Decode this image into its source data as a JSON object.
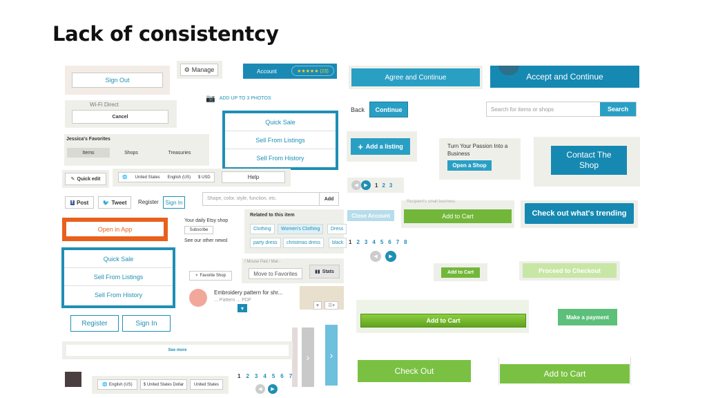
{
  "slide": {
    "title": "Lack of consistentcy"
  },
  "items": {
    "sign_out": "Sign Out",
    "manage": "Manage",
    "account": "Account",
    "rating": "★★★★★ (23)",
    "add_photos": "ADD UP TO 3 PHOTOS",
    "wifi": "Wi-Fi Direct",
    "cancel": "Cancel",
    "quick_sale": "Quick Sale",
    "sell_listings": "Sell From Listings",
    "sell_history": "Sell From History",
    "favorites_header": "Jessica's Favorites",
    "tab_items": "Items",
    "tab_shops": "Shops",
    "tab_treasuries": "Treasuries",
    "quick_edit": "Quick edit",
    "region": "United States",
    "lang": "English (US)",
    "currency": "$ USD",
    "help": "Help",
    "search_shape": "Shape, color, style, function, etc.",
    "add": "Add",
    "post": "Post",
    "tweet": "Tweet",
    "register": "Register",
    "sign_in": "Sign In",
    "open_app": "Open in App",
    "daily_shop": "Your daily Etsy shop",
    "subscribe": "Subscribe",
    "see_other": "See our other newsl",
    "related": "Related to this item",
    "clothing": "Clothing",
    "womens_clothing": "Women's Clothing",
    "dresses": "Dress",
    "party_dress": "party dress",
    "christmas_dress": "christmas dress",
    "black": "black",
    "mouse_pad": "/ Mouse Pad / Mat -",
    "move_fav": "Move to Favorites",
    "stats": "Stats",
    "favorite_shop": "Favorite Shop",
    "embroidery": "Embroidery pattern for shr...",
    "embroidery_sub": "... Pattern ... PDF",
    "see_more": "See more",
    "english_us": "English (US)",
    "usd_long": "$ United States Dollar",
    "united_states": "United States",
    "agree_continue": "Agree and Continue",
    "accept_continue": "Accept and Continue",
    "back": "Back",
    "continue": "Continue",
    "search_items": "Search for items or shops",
    "search": "Search",
    "add_listing": "Add a listing",
    "passion": "Turn Your Passion Into a Business",
    "open_shop": "Open a Shop",
    "contact_shop": "Contact The Shop",
    "close_account": "Close Account",
    "business_hint": "Recipient's small business",
    "add_to_cart": "Add to Cart",
    "trending": "Check out what's trending",
    "proceed_checkout": "Proceed to Checkout",
    "make_payment": "Make a payment",
    "check_out": "Check Out"
  },
  "pagination": {
    "short": [
      "1",
      "2",
      "3"
    ],
    "long": [
      "1",
      "2",
      "3",
      "4",
      "5",
      "6",
      "7",
      "8"
    ],
    "bottom": [
      "1",
      "2",
      "3",
      "4",
      "5",
      "6",
      "7"
    ]
  },
  "colors": {
    "teal": "#1f8fb4",
    "green": "#72b73a",
    "orange": "#e8601c"
  }
}
